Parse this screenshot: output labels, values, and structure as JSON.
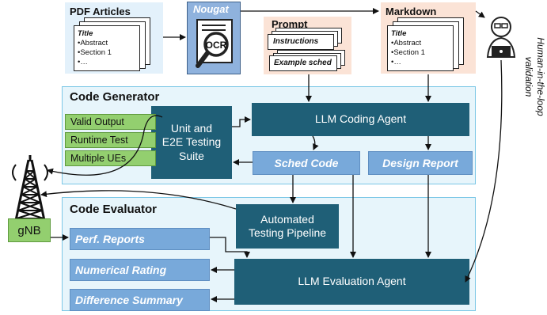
{
  "inputs": {
    "pdf_articles": "PDF Articles",
    "nougat": "Nougat",
    "ocr": "OCR",
    "prompt": "Prompt",
    "instructions": "Instructions",
    "example_sched": "Example sched",
    "markdown": "Markdown",
    "doc_title": "Title",
    "doc_abstract": "•Abstract",
    "doc_section": "•Section 1",
    "doc_more": "•…"
  },
  "human": {
    "line1": "Human-in-the-loop",
    "line2": "validation"
  },
  "code_generator": {
    "title": "Code Generator",
    "llm_coding_agent": "LLM Coding Agent",
    "testing_suite_line1": "Unit and",
    "testing_suite_line2": "E2E Testing",
    "testing_suite_line3": "Suite",
    "valid_output": "Valid Output",
    "runtime_test": "Runtime Test",
    "multiple_ues": "Multiple UEs",
    "sched_code": "Sched Code",
    "design_report": "Design Report"
  },
  "code_evaluator": {
    "title": "Code Evaluator",
    "pipeline_line1": "Automated",
    "pipeline_line2": "Testing Pipeline",
    "perf_reports": "Perf. Reports",
    "numerical_rating": "Numerical Rating",
    "difference_summary": "Difference Summary",
    "llm_evaluation_agent": "LLM Evaluation Agent"
  },
  "gnb": "gNB",
  "colors": {
    "dark_blue": "#1f5f77",
    "light_blue": "#78a9da",
    "green": "#93cf6f",
    "panel": "#e7f5fb",
    "prompt_bg": "#fbe3d6",
    "input_bg": "#e3f1fb",
    "nougat_bg": "#8fb2dd"
  }
}
